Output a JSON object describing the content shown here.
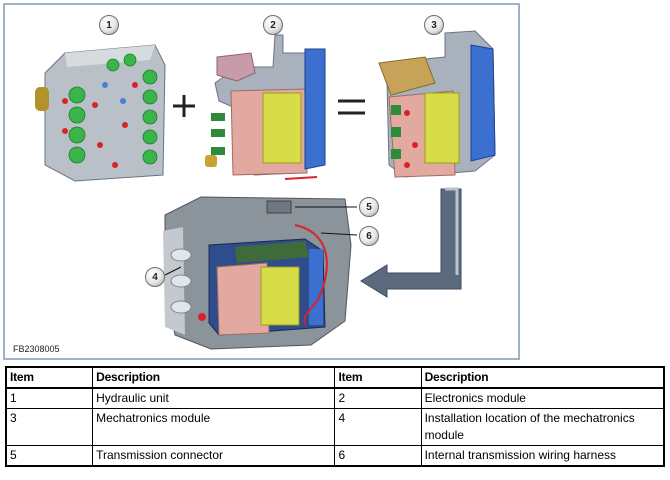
{
  "figure": {
    "code": "FB2308005",
    "callouts": [
      "1",
      "2",
      "3",
      "4",
      "5",
      "6"
    ]
  },
  "table": {
    "headers": [
      "Item",
      "Description",
      "Item",
      "Description"
    ],
    "rows": [
      [
        "1",
        "Hydraulic unit",
        "2",
        "Electronics module"
      ],
      [
        "3",
        "Mechatronics module",
        "4",
        "Installation location of the mechatronics module"
      ],
      [
        "5",
        "Transmission connector",
        "6",
        "Internal transmission wiring harness"
      ]
    ]
  }
}
